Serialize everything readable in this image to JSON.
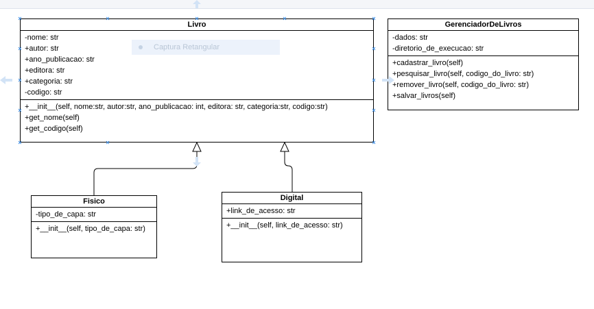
{
  "classes": {
    "livro": {
      "name": "Livro",
      "attributes": [
        "-nome: str",
        "+autor: str",
        "+ano_publicacao: str",
        "+editora: str",
        "+categoria: str",
        "-codigo: str"
      ],
      "methods": [
        "+__init__(self, nome:str, autor:str, ano_publicacao: int, editora: str, categoria:str, codigo:str)",
        "+get_nome(self)",
        "+get_codigo(self)"
      ]
    },
    "gerenciador": {
      "name": "GerenciadorDeLivros",
      "attributes": [
        "-dados: str",
        "-diretorio_de_execucao: str"
      ],
      "methods": [
        "+cadastrar_livro(self)",
        "+pesquisar_livro(self, codigo_do_livro: str)",
        "+remover_livro(self, codigo_do_livro: str)",
        "+salvar_livros(self)"
      ]
    },
    "fisico": {
      "name": "Fisico",
      "attributes": [
        "-tipo_de_capa: str"
      ],
      "methods": [
        "+__init__(self, tipo_de_capa: str)"
      ]
    },
    "digital": {
      "name": "Digital",
      "attributes": [
        "+link_de_acesso: str"
      ],
      "methods": [
        "+__init__(self, link_de_acesso: str)"
      ]
    }
  },
  "overlay_hint": {
    "label": "Captura Retangular"
  },
  "colors": {
    "selection": "#3c8ee6",
    "stroke": "#000000"
  }
}
